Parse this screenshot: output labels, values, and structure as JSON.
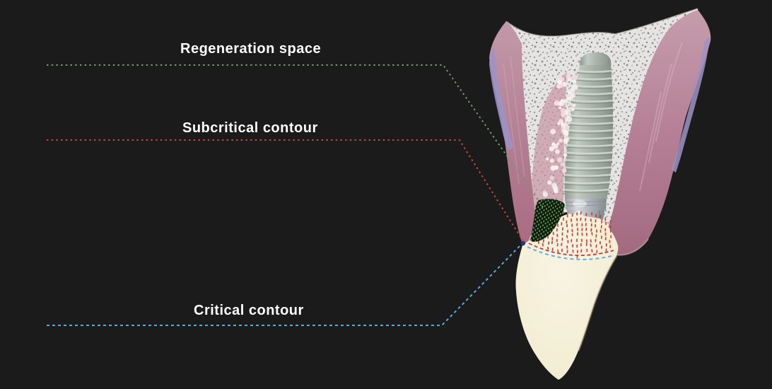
{
  "figure": {
    "background_color": "#1b1b1b",
    "annotations": [
      {
        "label": "Regeneration space",
        "line_color": "#6d9a68",
        "hatch_color": "#54b841"
      },
      {
        "label": "Subcritical contour",
        "line_color": "#c1493f",
        "hatch_color": "#cb352f"
      },
      {
        "label": "Critical contour",
        "line_color": "#58a9da",
        "contour_color": "#5fb0e0"
      }
    ],
    "palette": {
      "bone": "#e6e4e2",
      "bone_speckle": "#8d8d8d",
      "gingiva": "#bb8496",
      "gingiva_deep": "#a86a80",
      "mucosa_accent": "#9d92c6",
      "implant": "#a9b3aa",
      "implant_collar": "#b4babe",
      "crown": "#f5f0da",
      "graft_particles": "#fbf0ee",
      "label_text": "#ffffff",
      "margin_dot": "#2a3580"
    }
  }
}
